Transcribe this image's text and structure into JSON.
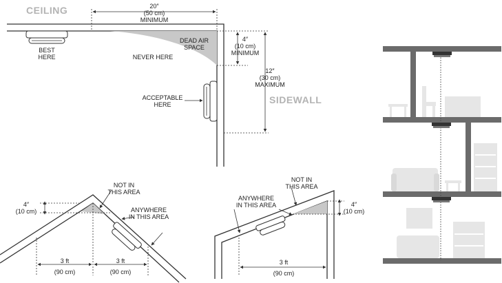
{
  "top": {
    "ceiling": "CEILING",
    "sidewall": "SIDEWALL",
    "dim_horizontal": [
      "20″",
      "(50 cm)",
      "MINIMUM"
    ],
    "dim_4in": [
      "4″",
      "(10 cm)",
      "MINIMUM"
    ],
    "dim_12in": [
      "12″",
      "(30 cm)",
      "MAXIMUM"
    ],
    "dead_air": [
      "DEAD AIR",
      "SPACE"
    ],
    "best": [
      "BEST",
      "HERE"
    ],
    "never": "NEVER HERE",
    "acceptable": [
      "ACCEPTABLE",
      "HERE"
    ]
  },
  "peaked": {
    "not_in": [
      "NOT IN",
      "THIS AREA"
    ],
    "anywhere": [
      "ANYWHERE",
      "IN THIS AREA"
    ],
    "dim_4in": [
      "4″",
      "(10 cm)"
    ],
    "left_3ft": [
      "3 ft",
      "(90 cm)"
    ],
    "right_3ft": [
      "3 ft",
      "(90 cm)"
    ]
  },
  "sloped": {
    "not_in": [
      "NOT IN",
      "THIS AREA"
    ],
    "anywhere": [
      "ANYWHERE",
      "IN THIS AREA"
    ],
    "dim_4in": [
      "4″",
      "(10 cm)"
    ],
    "dim_3ft": [
      "3 ft",
      "(90 cm)"
    ]
  },
  "icons": [
    "smoke-detector-icon",
    "chair-icon",
    "table-icon",
    "sofa-icon",
    "bookshelf-icon",
    "picture-frame-icon"
  ]
}
